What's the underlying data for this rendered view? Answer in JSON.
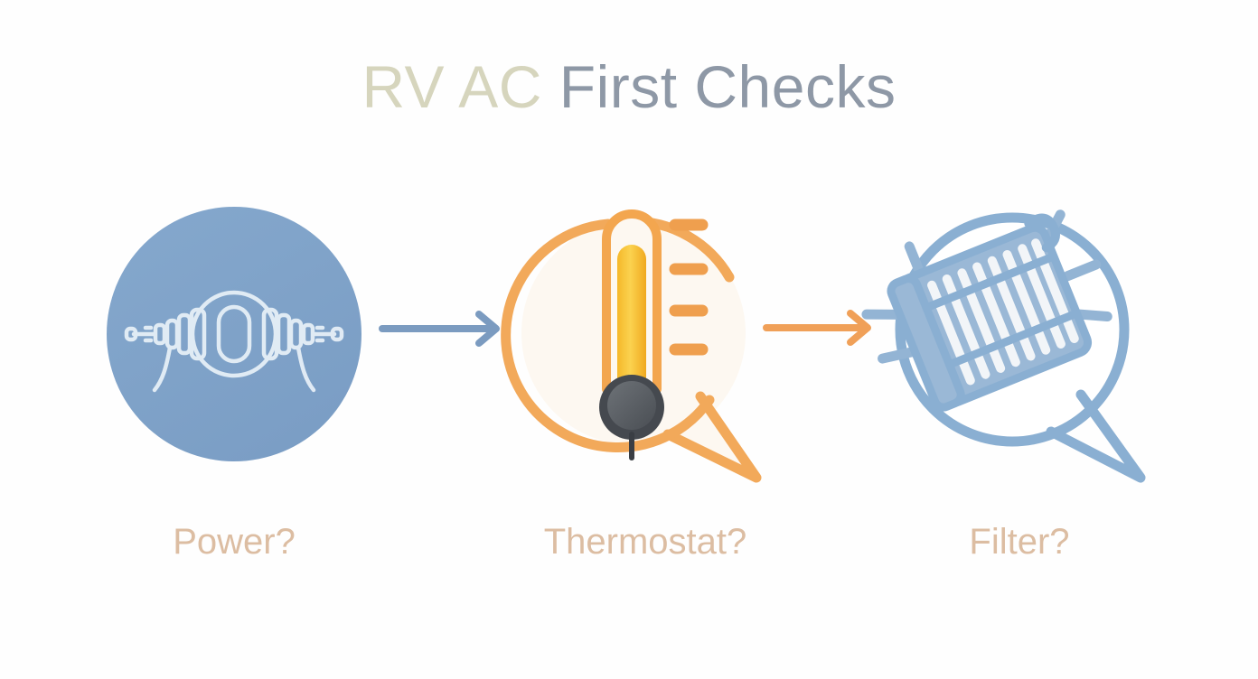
{
  "page": {
    "background_color": "#fefefe",
    "title": {
      "accent_text": "RV AC ",
      "main_text": "First Checks",
      "accent_color": "#d6d5bd",
      "main_color": "#8e98a6"
    }
  },
  "steps": [
    {
      "id": "power",
      "label": "Power?",
      "icon_name": "power-plug-icon",
      "shape": "filled-circle",
      "fill_color": "#7fa2c8",
      "icon_stroke_color": "#e3edf6",
      "label_color": "#dcbda2"
    },
    {
      "id": "thermostat",
      "label": "Thermostat?",
      "icon_name": "thermometer-icon",
      "shape": "speech-bubble-circle",
      "outline_color": "#f0a855",
      "fill_color": "#fdf8f1",
      "thermometer_fill_color": "#f6c333",
      "thermometer_outline_color": "#f3a64f",
      "bulb_color": "#5c6066",
      "tick_color": "#ef9f4e",
      "label_color": "#dcbda2"
    },
    {
      "id": "filter",
      "label": "Filter?",
      "icon_name": "air-filter-icon",
      "shape": "speech-bubble-circle",
      "outline_color": "#8aafd2",
      "fill_color": "#ffffff",
      "icon_color": "#93b4d4",
      "icon_slot_color": "#f2f5f8",
      "label_color": "#dcbda2"
    }
  ],
  "arrows": [
    {
      "id": "arrow-power-to-thermostat",
      "from": "power",
      "to": "thermostat",
      "color": "#7b9bc0",
      "direction": "right"
    },
    {
      "id": "arrow-thermostat-to-filter",
      "from": "thermostat",
      "to": "filter",
      "color": "#f0a058",
      "direction": "right"
    }
  ]
}
